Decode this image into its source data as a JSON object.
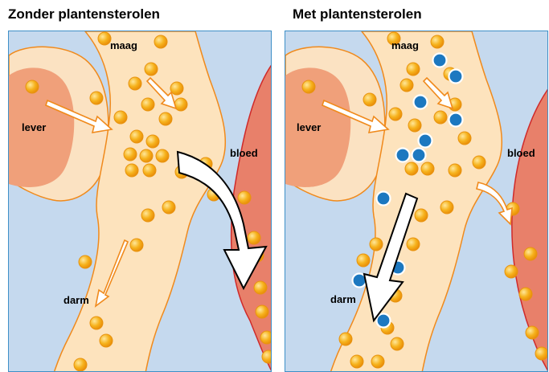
{
  "panels": [
    {
      "title": "Zonder plantensterolen",
      "labels": {
        "stomach": "maag",
        "liver": "lever",
        "blood": "bloed",
        "intestine": "darm"
      }
    },
    {
      "title": "Met plantensterolen",
      "labels": {
        "stomach": "maag",
        "liver": "lever",
        "blood": "bloed",
        "intestine": "darm"
      }
    }
  ],
  "legend_colors": {
    "cholesterol": "#f4a516",
    "plant_sterol": "#1c78c0",
    "intestine": "#fde3bd",
    "blood_vessel": "#e8806a",
    "liver": "#f0a07a",
    "background": "#c5d9ee",
    "arrow": "#f08a1c"
  }
}
